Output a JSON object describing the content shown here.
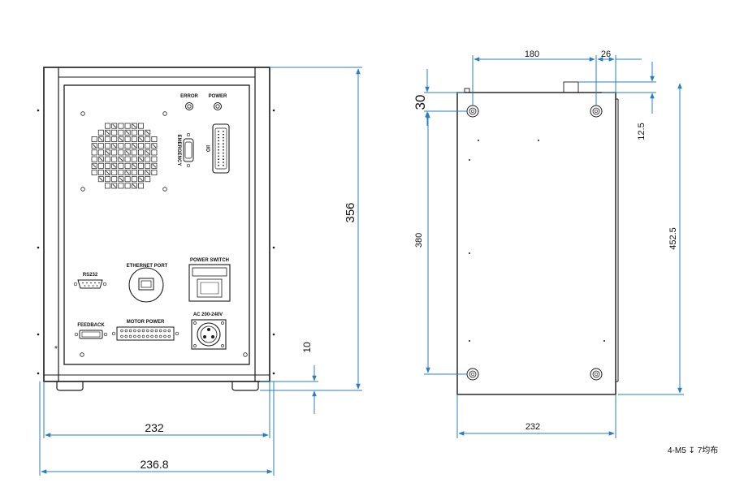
{
  "front_view": {
    "labels": {
      "error": "ERROR",
      "power": "POWER",
      "emergency": "EMERGENCY",
      "io": "I/O",
      "rs232": "RS232",
      "ethernet_port": "ETHERNET PORT",
      "power_switch": "POWER SWITCH",
      "feedback": "FEEDBACK",
      "motor_power": "MOTOR POWER",
      "ac_input": "AC 200-240V"
    },
    "dimensions": {
      "height": "356",
      "foot_height": "10",
      "inner_width": "232",
      "outer_width": "236.8"
    }
  },
  "side_view": {
    "dimensions": {
      "hole_spacing_top": "180",
      "hole_offset_x": "26",
      "top_offset": "30",
      "hole_offset_y": "12.5",
      "hole_spacing_vertical": "380",
      "overall_height": "452.5",
      "width": "232"
    },
    "note": "4-M5 ↧ 7均布"
  }
}
